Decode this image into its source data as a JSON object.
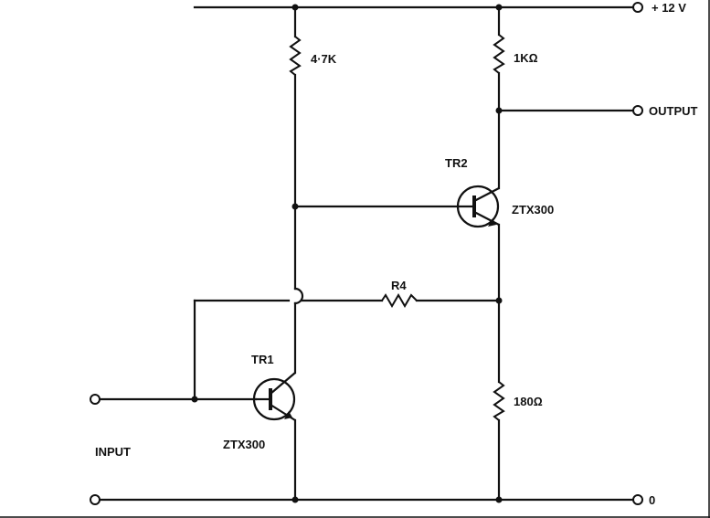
{
  "labels": {
    "supply": "+ 12 V",
    "output": "OUTPUT",
    "input": "INPUT",
    "ground": "0",
    "r1": "4·7K",
    "r2": "1KΩ",
    "r3": "180Ω",
    "r4": "R4",
    "tr1": "TR1",
    "tr1_part": "ZTX300",
    "tr2": "TR2",
    "tr2_part": "ZTX300"
  }
}
